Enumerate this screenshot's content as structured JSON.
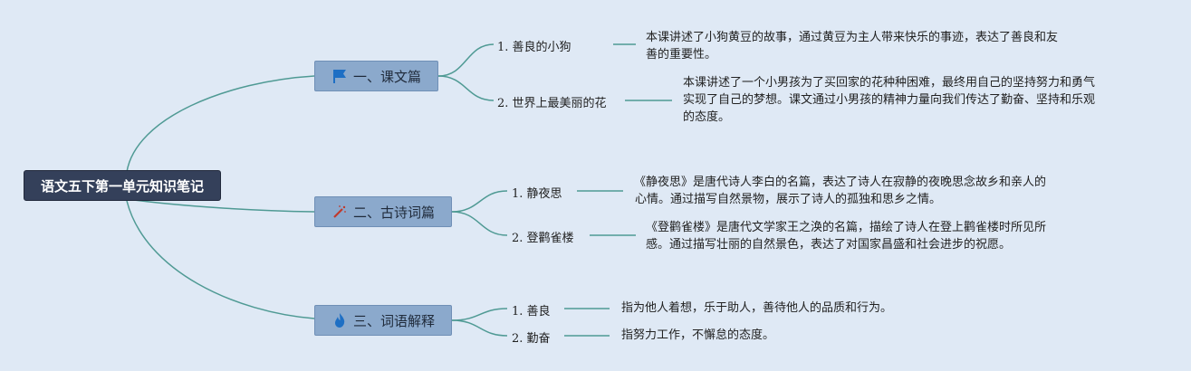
{
  "root": {
    "label": "语文五下第一单元知识笔记"
  },
  "branches": [
    {
      "label": "一、课文篇",
      "icon": "flag-icon",
      "color": "#1e6fc4",
      "items": [
        {
          "label": "1. 善良的小狗",
          "desc": [
            "本课讲述了小狗黄豆的故事，通过黄豆为主人带来快乐的事迹，表达了善良和友",
            "善的重要性。"
          ]
        },
        {
          "label": "2. 世界上最美丽的花",
          "desc": [
            "本课讲述了一个小男孩为了买回家的花种种困难，最终用自己的坚持努力和勇气",
            "实现了自己的梦想。课文通过小男孩的精神力量向我们传达了勤奋、坚持和乐观",
            "的态度。"
          ]
        }
      ]
    },
    {
      "label": "二、古诗词篇",
      "icon": "magic-wand-icon",
      "color": "#c0392b",
      "items": [
        {
          "label": "1. 静夜思",
          "desc": [
            "《静夜思》是唐代诗人李白的名篇，表达了诗人在寂静的夜晚思念故乡和亲人的",
            "心情。通过描写自然景物，展示了诗人的孤独和思乡之情。"
          ]
        },
        {
          "label": "2. 登鹳雀楼",
          "desc": [
            "《登鹳雀楼》是唐代文学家王之涣的名篇，描绘了诗人在登上鹳雀楼时所见所",
            "感。通过描写壮丽的自然景色，表达了对国家昌盛和社会进步的祝愿。"
          ]
        }
      ]
    },
    {
      "label": "三、词语解释",
      "icon": "flame-icon",
      "color": "#1e6fc4",
      "items": [
        {
          "label": "1. 善良",
          "desc": [
            "指为他人着想，乐于助人，善待他人的品质和行为。"
          ]
        },
        {
          "label": "2. 勤奋",
          "desc": [
            "指努力工作，不懈怠的态度。"
          ]
        }
      ]
    }
  ]
}
